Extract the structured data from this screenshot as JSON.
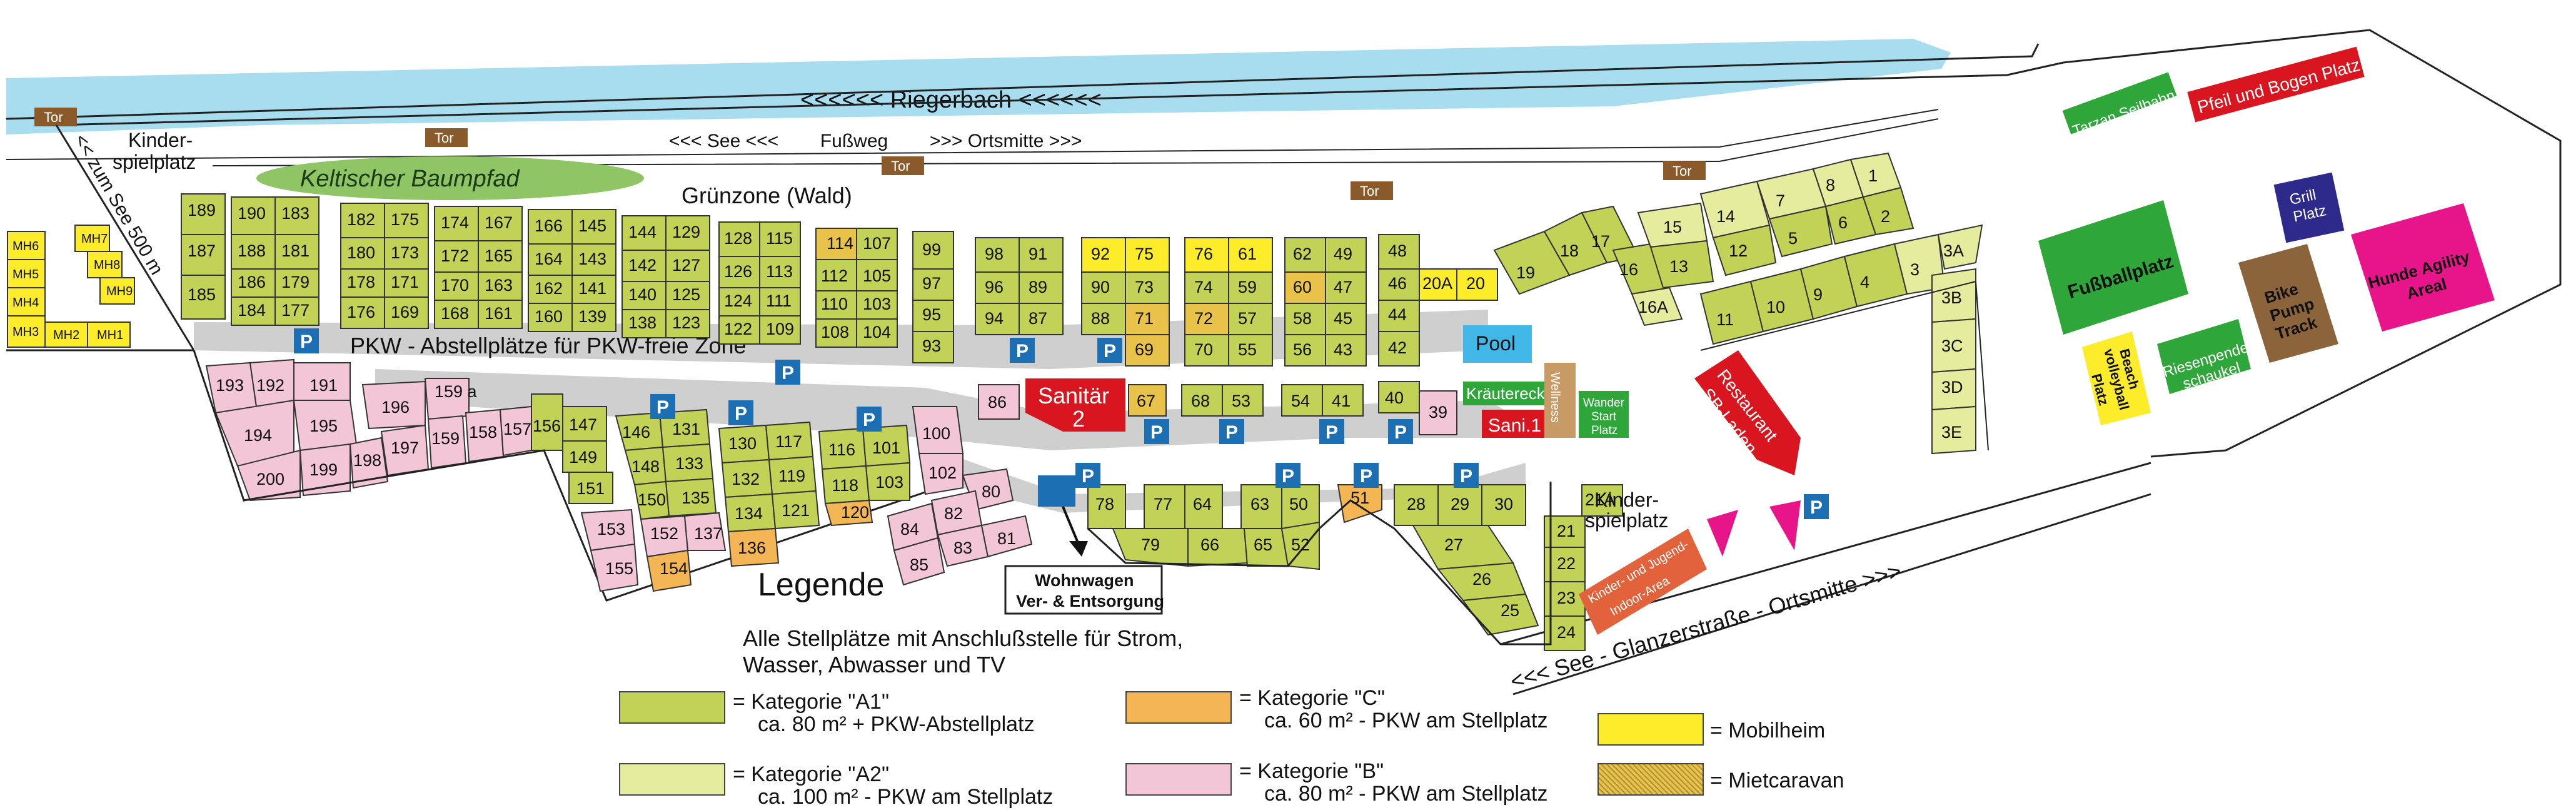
{
  "map": {
    "river_label": "<<<<<< Riegerbach <<<<<<",
    "path_label": "<<< See <<<        Fußweg        >>> Ortsmitte >>>",
    "to_lake_label": "<< zum See 500 m",
    "gate_label": "Tor",
    "playground_label_1": "Kinder-",
    "playground_label_2": "spielplatz",
    "celtic_path_label": "Keltischer Baumpfad",
    "green_zone_label": "Grünzone (Wald)",
    "parking_zone_label": "PKW - Abstellplätze für PKW-freie Zone",
    "parking_symbol": "P",
    "sanitaer2_line1": "Sanitär",
    "sanitaer2_line2": "2",
    "sani1_label": "Sani.1",
    "pool_label": "Pool",
    "herb_corner_label": "Kräutereck",
    "wellness_label": "Wellness",
    "hiking_start_line1": "Wander",
    "hiking_start_line2": "Start",
    "hiking_start_line3": "Platz",
    "restaurant_line1": "Restaurant",
    "restaurant_line2": "SB-Laden",
    "kids_indoor_line1": "Kinder- und Jugend-",
    "kids_indoor_line2": "Indoor-Area",
    "wohnwagen_line1": "Wohnwagen",
    "wohnwagen_line2": "Ver- & Entsorgung",
    "road_label": "<<< See - Glanzerstraße - Ortsmitte >>>",
    "tarzan_label": "Tarzan Seilbahn",
    "archery_label": "Pfeil und Bogen Platz",
    "grill_line1": "Grill",
    "grill_line2": "Platz",
    "football_label": "Fußballplatz",
    "beach_line1": "Beach",
    "beach_line2": "volleyball",
    "beach_line3": "Platz",
    "swing_line1": "Riesenpendel",
    "swing_line2": "schaukel",
    "pump_line1": "Bike",
    "pump_line2": "Pump",
    "pump_line3": "Track",
    "agility_line1": "Hunde Agility",
    "agility_line2": "Areal"
  },
  "colors": {
    "a1": "#c2d256",
    "a2": "#e6ec9e",
    "c": "#f4b654",
    "b": "#f2c6d6",
    "mobilheim": "#fcec2a",
    "river": "#a8ddf0",
    "sport_green": "#2fa639",
    "red": "#d9161f",
    "brown": "#8b643c",
    "magenta": "#e8158a",
    "navy": "#2e2a8c",
    "parking_blue": "#1c6fb3",
    "pool_blue": "#42b8e8",
    "tan": "#c89b66",
    "orange_red": "#e2633b"
  },
  "legend": {
    "title": "Legende",
    "intro_line1": "Alle Stellplätze mit Anschlußstelle für Strom,",
    "intro_line2": "Wasser, Abwasser und TV",
    "items": [
      {
        "key": "a1",
        "line1": "= Kategorie \"A1\"",
        "line2": "ca. 80 m² + PKW-Abstellplatz"
      },
      {
        "key": "a2",
        "line1": "= Kategorie \"A2\"",
        "line2": "ca. 100 m² - PKW am Stellplatz"
      },
      {
        "key": "c",
        "line1": "= Kategorie \"C\"",
        "line2": "ca. 60 m² - PKW am Stellplatz"
      },
      {
        "key": "b",
        "line1": "= Kategorie \"B\"",
        "line2": "ca. 80 m² - PKW am Stellplatz"
      },
      {
        "key": "mobilheim",
        "line1": "= Mobilheim",
        "line2": ""
      },
      {
        "key": "mietcaravan",
        "line1": "= Mietcaravan",
        "line2": ""
      }
    ]
  },
  "plots": {
    "mobilheim": [
      "MH6",
      "MH5",
      "MH4",
      "MH3",
      "MH2",
      "MH1",
      "MH7",
      "MH8",
      "MH9"
    ],
    "block1": [
      "189",
      "187",
      "185",
      "190",
      "183",
      "188",
      "181",
      "186",
      "179",
      "184",
      "177"
    ],
    "block2": [
      "182",
      "175",
      "180",
      "173",
      "178",
      "171",
      "176",
      "169",
      "174",
      "167",
      "172",
      "165",
      "170",
      "163",
      "168",
      "161"
    ],
    "block3": [
      "166",
      "145",
      "164",
      "143",
      "162",
      "141",
      "160",
      "139",
      "144",
      "129",
      "142",
      "127",
      "140",
      "125",
      "138",
      "123"
    ],
    "block4": [
      "128",
      "115",
      "126",
      "113",
      "124",
      "111",
      "122",
      "109",
      "114",
      "107",
      "112",
      "105",
      "110",
      "103",
      "108",
      "104"
    ],
    "column99": [
      "99",
      "97",
      "95",
      "93"
    ],
    "block5": [
      "98",
      "91",
      "96",
      "89",
      "94",
      "87",
      "92",
      "75",
      "90",
      "73",
      "88",
      "71",
      "69"
    ],
    "block6": [
      "76",
      "61",
      "74",
      "59",
      "72",
      "57",
      "70",
      "55",
      "62",
      "49",
      "60",
      "47",
      "58",
      "45",
      "56",
      "43"
    ],
    "column48": [
      "48",
      "46",
      "44",
      "42",
      "20A",
      "20"
    ],
    "angle_right": [
      "19",
      "18",
      "17",
      "16",
      "16A",
      "15",
      "13",
      "14",
      "12",
      "7",
      "5",
      "8",
      "6",
      "1",
      "2",
      "11",
      "10",
      "9",
      "4",
      "3",
      "3A",
      "3B",
      "3C",
      "3D",
      "3E"
    ],
    "south_b": [
      "193",
      "192",
      "191",
      "194",
      "195",
      "196",
      "159 a",
      "200",
      "199",
      "198",
      "197",
      "159",
      "158",
      "157",
      "156"
    ],
    "south_mid": [
      "147",
      "149",
      "151",
      "153",
      "155",
      "146",
      "131",
      "148",
      "133",
      "150",
      "135",
      "152",
      "137",
      "154",
      "130",
      "117",
      "132",
      "119",
      "134",
      "121",
      "136",
      "116",
      "101",
      "118",
      "103",
      "120"
    ],
    "south_curve": [
      "100",
      "102",
      "80",
      "84",
      "82",
      "83",
      "81",
      "85",
      "86",
      "67",
      "68",
      "53",
      "54",
      "41",
      "40",
      "39"
    ],
    "south_row": [
      "78",
      "77",
      "64",
      "63",
      "50",
      "51",
      "28",
      "29",
      "30",
      "79",
      "66",
      "65",
      "52",
      "27",
      "26",
      "25",
      "21A",
      "21",
      "22",
      "23",
      "24"
    ]
  }
}
